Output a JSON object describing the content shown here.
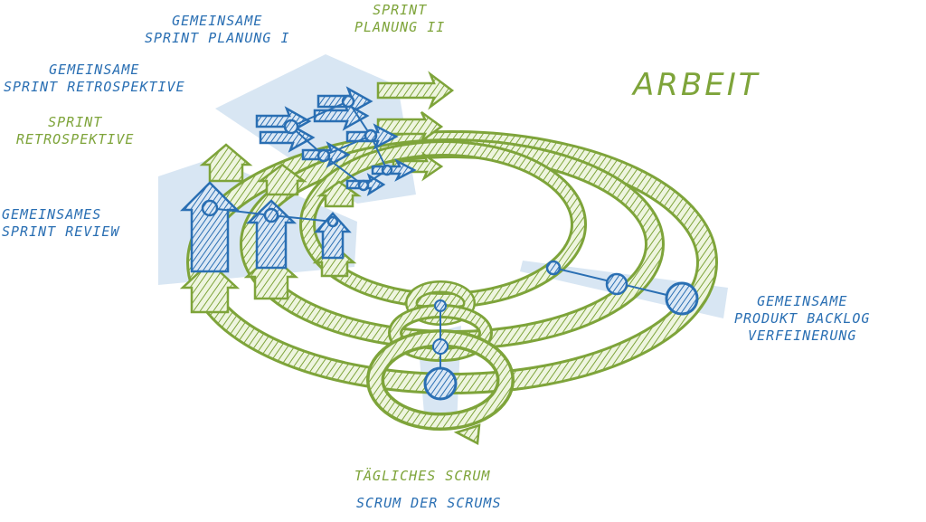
{
  "labels": {
    "gemeinsame_sprint_planung_1": "GEMEINSAME\nSPRINT PLANUNG I",
    "sprint_planung_2": "SPRINT\nPLANUNG II",
    "gemeinsame_sprint_retrospektive": "GEMEINSAME\nSPRINT RETROSPEKTIVE",
    "sprint_retrospektive": "SPRINT\nRETROSPEKTIVE",
    "gemeinsames_sprint_review": "GEMEINSAMES\nSPRINT REVIEW",
    "gemeinsame_backlog_verfeinerung": "GEMEINSAME\nPRODUKT BACKLOG\nVERFEINERUNG",
    "arbeit": "ARBEIT",
    "taegliches_scrum": "TÄGLICHES SCRUM",
    "scrum_der_scrums": "SCRUM DER SCRUMS"
  },
  "colors": {
    "green": "#7ea43a",
    "green_fill": "#eaf2d8",
    "blue": "#2a6fb3",
    "blue_fill": "#cfe0f2",
    "blue_highlight": "#d8e6f3"
  }
}
